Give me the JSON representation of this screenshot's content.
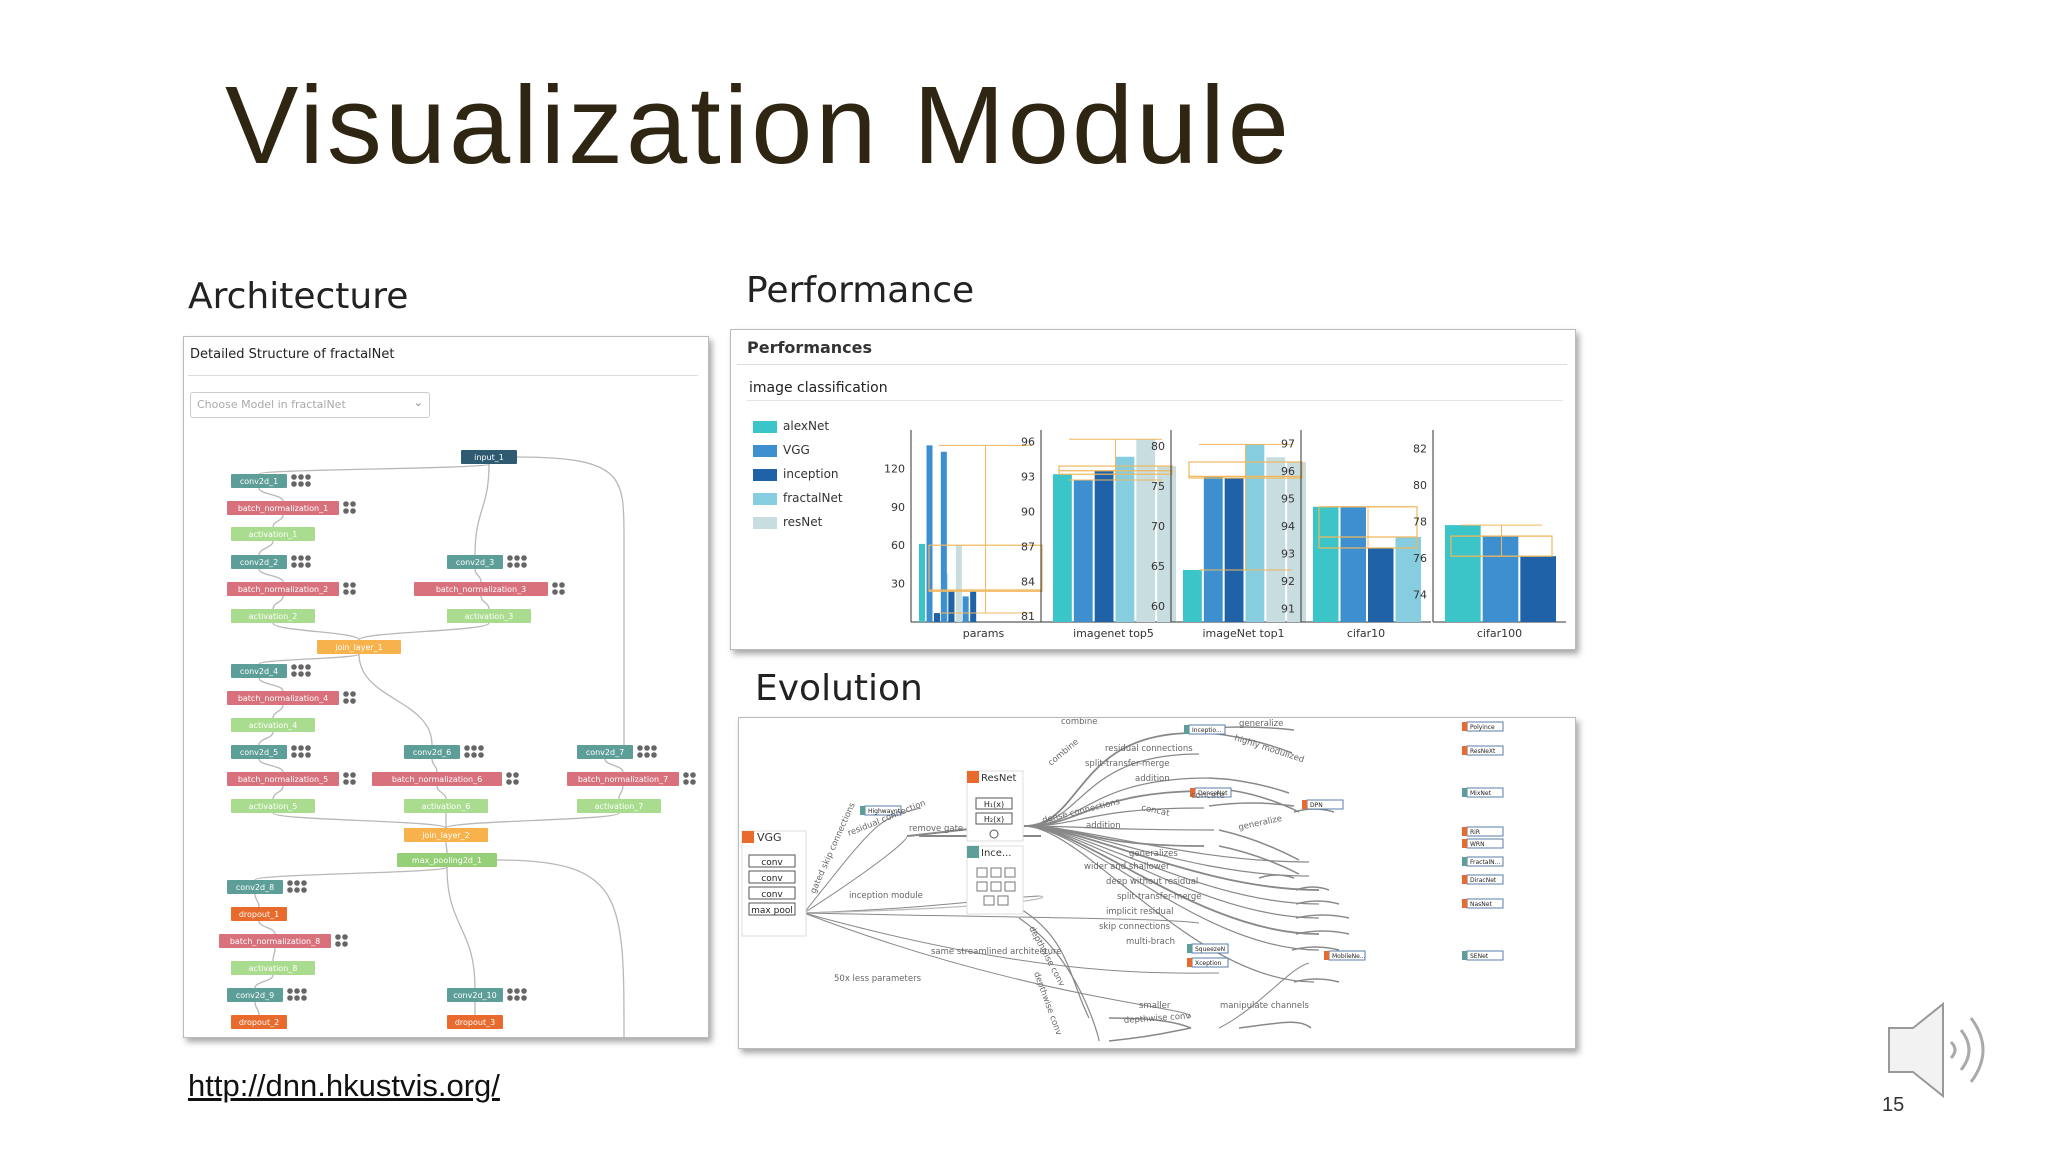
{
  "slide": {
    "title": "Visualization Module",
    "link": "http://dnn.hkustvis.org/",
    "page_number": "15",
    "speaker_icon": "speaker-icon"
  },
  "architecture": {
    "heading": "Architecture",
    "panel_title": "Detailed Structure of fractalNet",
    "select_placeholder": "Choose Model in fractalNet",
    "nodes": {
      "input": "input_1",
      "c1": "conv2d_1",
      "bn1": "batch_normalization_1",
      "a1": "activation_1",
      "c2": "conv2d_2",
      "bn2": "batch_normalization_2",
      "a2": "activation_2",
      "c3": "conv2d_3",
      "bn3": "batch_normalization_3",
      "a3": "activation_3",
      "j1": "join_layer_1",
      "c4": "conv2d_4",
      "bn4": "batch_normalization_4",
      "a4": "activation_4",
      "c5": "conv2d_5",
      "bn5": "batch_normalization_5",
      "a5": "activation_5",
      "c6": "conv2d_6",
      "bn6": "batch_normalization_6",
      "a6": "activation_6",
      "c7": "conv2d_7",
      "bn7": "batch_normalization_7",
      "a7": "activation_7",
      "j2": "join_layer_2",
      "mp": "max_pooling2d_1",
      "c8": "conv2d_8",
      "d1": "dropout_1",
      "bn8": "batch_normalization_8",
      "a8": "activation_8",
      "c9": "conv2d_9",
      "d2": "dropout_2",
      "c10": "conv2d_10",
      "d3": "dropout_3"
    }
  },
  "performance": {
    "heading": "Performance",
    "panel_title": "Performances",
    "section_title": "image classification",
    "legend": [
      {
        "name": "alexNet",
        "color": "#3cc5c8"
      },
      {
        "name": "VGG",
        "color": "#3d8fd0"
      },
      {
        "name": "inception",
        "color": "#1f62a8"
      },
      {
        "name": "fractalNet",
        "color": "#86cde0"
      },
      {
        "name": "resNet",
        "color": "#c8dde0"
      }
    ],
    "box_color": "#f0b75c",
    "chart_data": [
      {
        "type": "bar",
        "title": "params",
        "ylim": [
          0,
          150
        ],
        "yticks": [
          "120",
          "90",
          "60",
          "30"
        ],
        "series": [
          {
            "name": "alexNet",
            "values": [
              61,
              0,
              0,
              0,
              0,
              0
            ]
          },
          {
            "name": "VGG",
            "values": [
              138,
              133,
              20,
              0,
              0,
              0
            ]
          },
          {
            "name": "inception",
            "values": [
              7,
              24,
              24,
              0,
              0,
              0
            ]
          },
          {
            "name": "fractalNet",
            "values": [
              38,
              0,
              0,
              0,
              0,
              0
            ]
          },
          {
            "name": "resNet",
            "values": [
              25,
              60,
              0,
              0,
              0,
              0
            ]
          }
        ]
      },
      {
        "type": "bar",
        "title": "imagenet top5",
        "ylim": [
          80.5,
          97
        ],
        "yticks": [
          "96",
          "93",
          "90",
          "87",
          "84",
          "81"
        ],
        "values": [
          93.2,
          92.7,
          93.5,
          94.7,
          96.2,
          93.9
        ]
      },
      {
        "type": "bar",
        "title": "imageNet top1",
        "ylim": [
          58,
          82
        ],
        "yticks": [
          "80",
          "75",
          "70",
          "65",
          "60"
        ],
        "values": [
          64.5,
          76.2,
          76.0,
          80.2,
          78.6,
          78.0
        ]
      },
      {
        "type": "bar",
        "title": "cifar10",
        "ylim": [
          90.5,
          97.5
        ],
        "yticks": [
          "97",
          "96",
          "95",
          "94",
          "93",
          "92",
          "91"
        ],
        "values": [
          94.7,
          94.7,
          93.2,
          93.6
        ]
      },
      {
        "type": "bar",
        "title": "cifar100",
        "ylim": [
          72.5,
          83
        ],
        "yticks": [
          "82",
          "80",
          "78",
          "76",
          "74"
        ],
        "values": [
          77.8,
          77.2,
          76.1
        ]
      }
    ]
  },
  "evolution": {
    "heading": "Evolution",
    "blocks": {
      "vgg": "VGG",
      "conv1": "conv",
      "conv2": "conv",
      "conv3": "conv",
      "maxpool": "max pool",
      "resnet": "ResNet",
      "h1": "H₁(x)",
      "h2": "H₂(x)",
      "incep": "Ince..."
    },
    "nodes": [
      "Inceptio...",
      "Polyince",
      "ResNeXt",
      "Highwaynt",
      "DenseNet",
      "DPN",
      "MixNet",
      "RiR",
      "WRN",
      "FractalN...",
      "DiracNet",
      "NasNet",
      "SqueezeN",
      "Xception",
      "MobileNe...",
      "SENet"
    ],
    "edge_labels": [
      "combine",
      "combine",
      "generalize",
      "highly modulized",
      "residual connections",
      "split-transfer-merge",
      "addition",
      "concate",
      "dense connections",
      "concat",
      "addition",
      "generalize",
      "residual connection",
      "gated skip connections",
      "remove gate",
      "generalizes",
      "wider and shallower",
      "deep without residual",
      "split-transfer-merge",
      "implicit residual",
      "skip connections",
      "multi-brach",
      "inception module",
      "same streamlined architecture",
      "depthwise conv",
      "depthwise conv",
      "smaller",
      "depthwise conv",
      "manipulate channels",
      "50x less parameters"
    ]
  }
}
